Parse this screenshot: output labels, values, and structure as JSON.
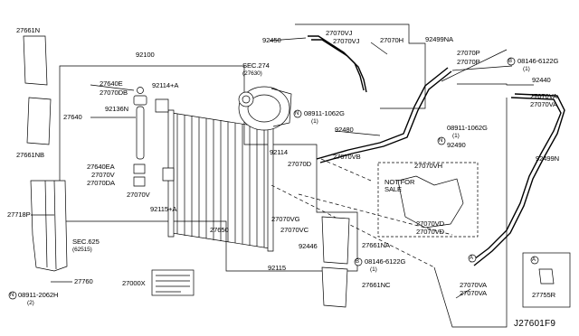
{
  "diagram_ref": "J27601F9",
  "labels": {
    "p27661N": "27661N",
    "p27661NB": "27661NB",
    "p92100": "92100",
    "p27640E": "27640E",
    "p27070DB": "27070DB",
    "p92114A_top": "92114+A",
    "p92136N": "92136N",
    "p27640": "27640",
    "p27640EA": "27640EA",
    "p27070V_a": "27070V",
    "p27070DA": "27070DA",
    "p27070V_b": "27070V",
    "p92115A": "92115+A",
    "p27718P": "27718P",
    "sec625": "SEC.625",
    "sec625sub": "(62515)",
    "p27760": "27760",
    "n08911_2062H": "08911-2062H",
    "n08911_2062H_q": "(2)",
    "sec274": "SEC.274",
    "sec274sub": "(27630)",
    "p92450": "92450",
    "p27070VJ_a": "27070VJ",
    "p27070VJ_b": "27070VJ",
    "p27070H": "27070H",
    "p92499NA": "92499NA",
    "p27070P_a": "27070P",
    "p27070P_b": "27070P",
    "b08146_6122G_top": "08146-6122G",
    "b08146_6122G_top_q": "(1)",
    "p92440": "92440",
    "p27070VA_a": "27070VA",
    "p27070VA_b": "27070VA",
    "n08911_1062G_a": "08911-1062G",
    "n08911_1062G_a_q": "(1)",
    "p92480": "92480",
    "n08911_1062G_b": "08911-1062G",
    "n08911_1062G_b_q": "(1)",
    "p92490": "92490",
    "p92114": "92114",
    "p27070D": "27070D",
    "p27070VB": "27070VB",
    "p27070VH": "27070VH",
    "p92499N": "92499N",
    "not_for_sale": "NOT FOR\nSALE",
    "p27070VG": "27070VG",
    "p27070VC": "27070VC",
    "p27070VD_a": "27070VD",
    "p27070VD_b": "27070VD",
    "p27650": "27650",
    "p92446": "92446",
    "p27661NA": "27661NA",
    "b08146_6122G_bot": "08146-6122G",
    "b08146_6122G_bot_q": "(1)",
    "p92115": "92115",
    "p27000X": "27000X",
    "p27661NC": "27661NC",
    "p27070VA_c": "27070VA",
    "p27070VA_d": "27070VA",
    "p27755R": "27755R",
    "callout_a": "A",
    "callout_n": "N",
    "callout_b": "B"
  }
}
